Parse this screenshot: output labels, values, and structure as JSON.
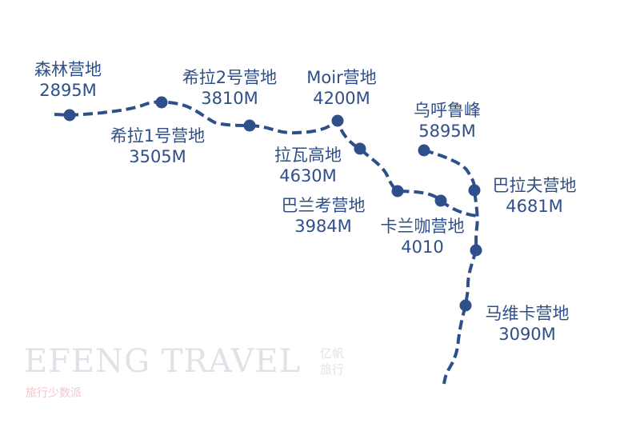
{
  "route_color": "#2e4f8a",
  "watermark": {
    "brand": "EFENG TRAVEL",
    "brand_cn_1": "亿帆",
    "brand_cn_2": "旅行",
    "tagline": "旅行少数派"
  },
  "camps": [
    {
      "name": "森林营地",
      "elevation": "2895M"
    },
    {
      "name": "希拉1号营地",
      "elevation": "3505M"
    },
    {
      "name": "希拉2号营地",
      "elevation": "3810M"
    },
    {
      "name": "Moir营地",
      "elevation": "4200M"
    },
    {
      "name": "拉瓦高地",
      "elevation": "4630M"
    },
    {
      "name": "巴兰考营地",
      "elevation": "3984M"
    },
    {
      "name": "卡兰咖营地",
      "elevation": "4010"
    },
    {
      "name": "巴拉夫营地",
      "elevation": "4681M"
    },
    {
      "name": "乌呼鲁峰",
      "elevation": "5895M"
    },
    {
      "name": "马维卡营地",
      "elevation": "3090M"
    }
  ]
}
